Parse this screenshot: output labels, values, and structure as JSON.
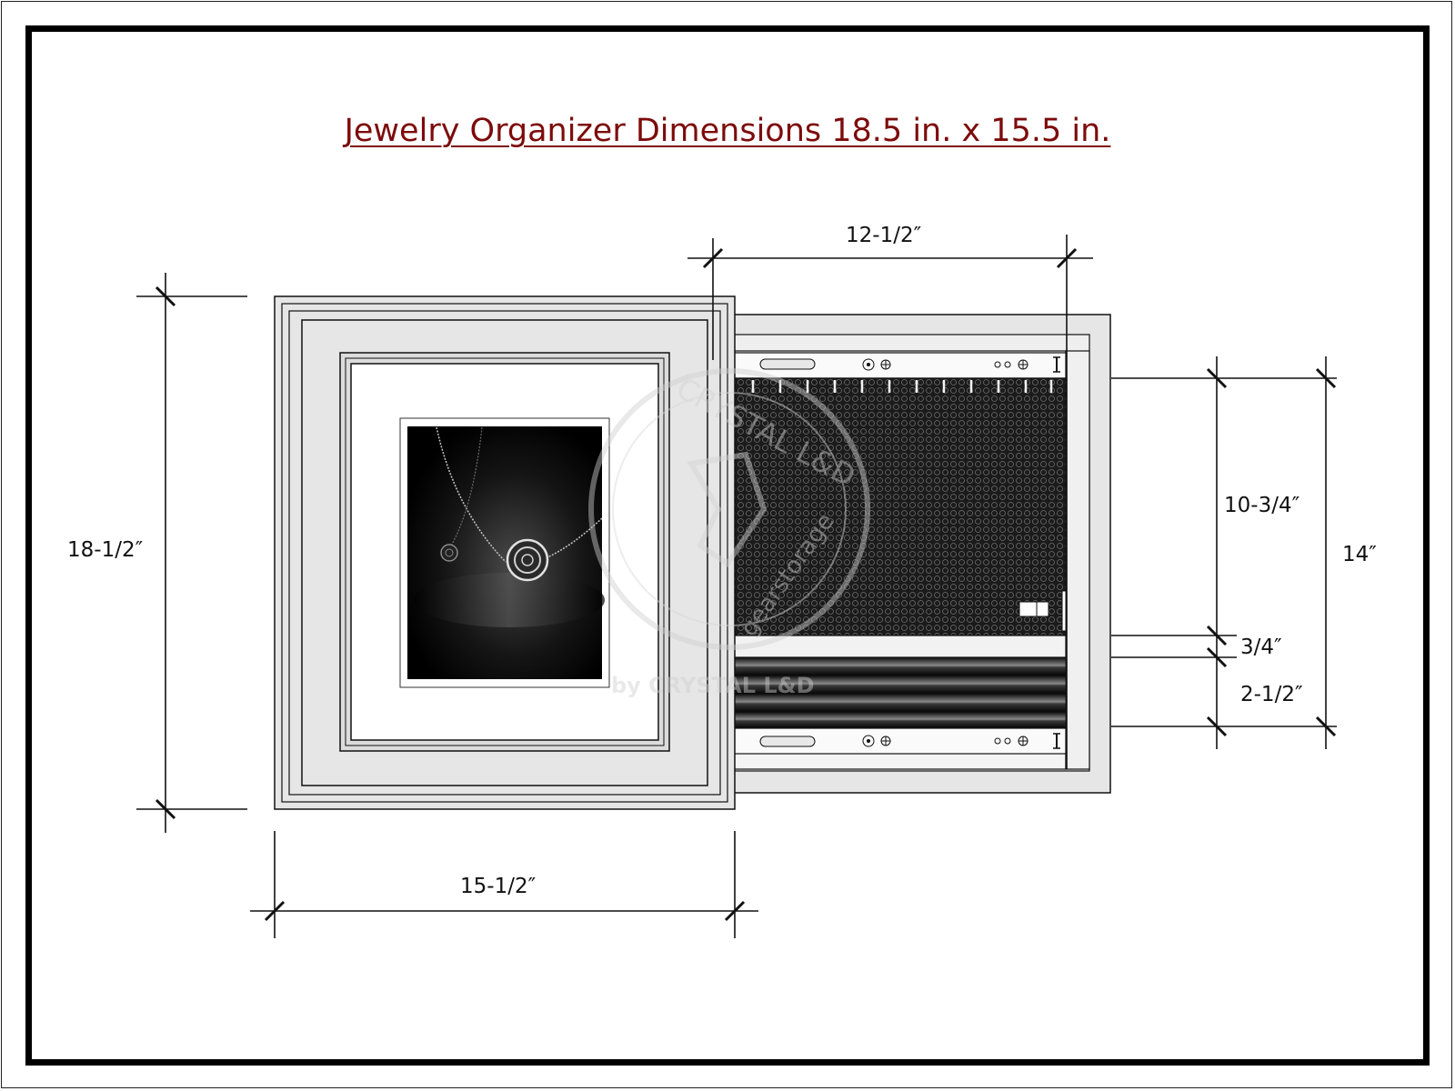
{
  "title": "Jewelry Organizer Dimensions 18.5 in. x 15.5 in.",
  "dimensions": {
    "frame_height": "18-1/2″",
    "frame_width": "15-1/2″",
    "cabinet_width": "12-1/2″",
    "pegboard_height": "10-3/4″",
    "shelf_gap": "3/4″",
    "roll_height": "2-1/2″",
    "cabinet_height": "14″"
  },
  "watermark": {
    "ring_text": "CRYSTAL L&D",
    "lower_ring_text": "gearstorage",
    "byline": "by CRYSTAL L&D"
  },
  "colors": {
    "title": "#7d0b0b",
    "frame_fill": "#e6e6e6",
    "pegboard": "#1c1c1c",
    "line": "#111111"
  },
  "icons": [
    "rose-necklace-photo",
    "hook-rail",
    "screw-icon",
    "hinge-icon"
  ]
}
